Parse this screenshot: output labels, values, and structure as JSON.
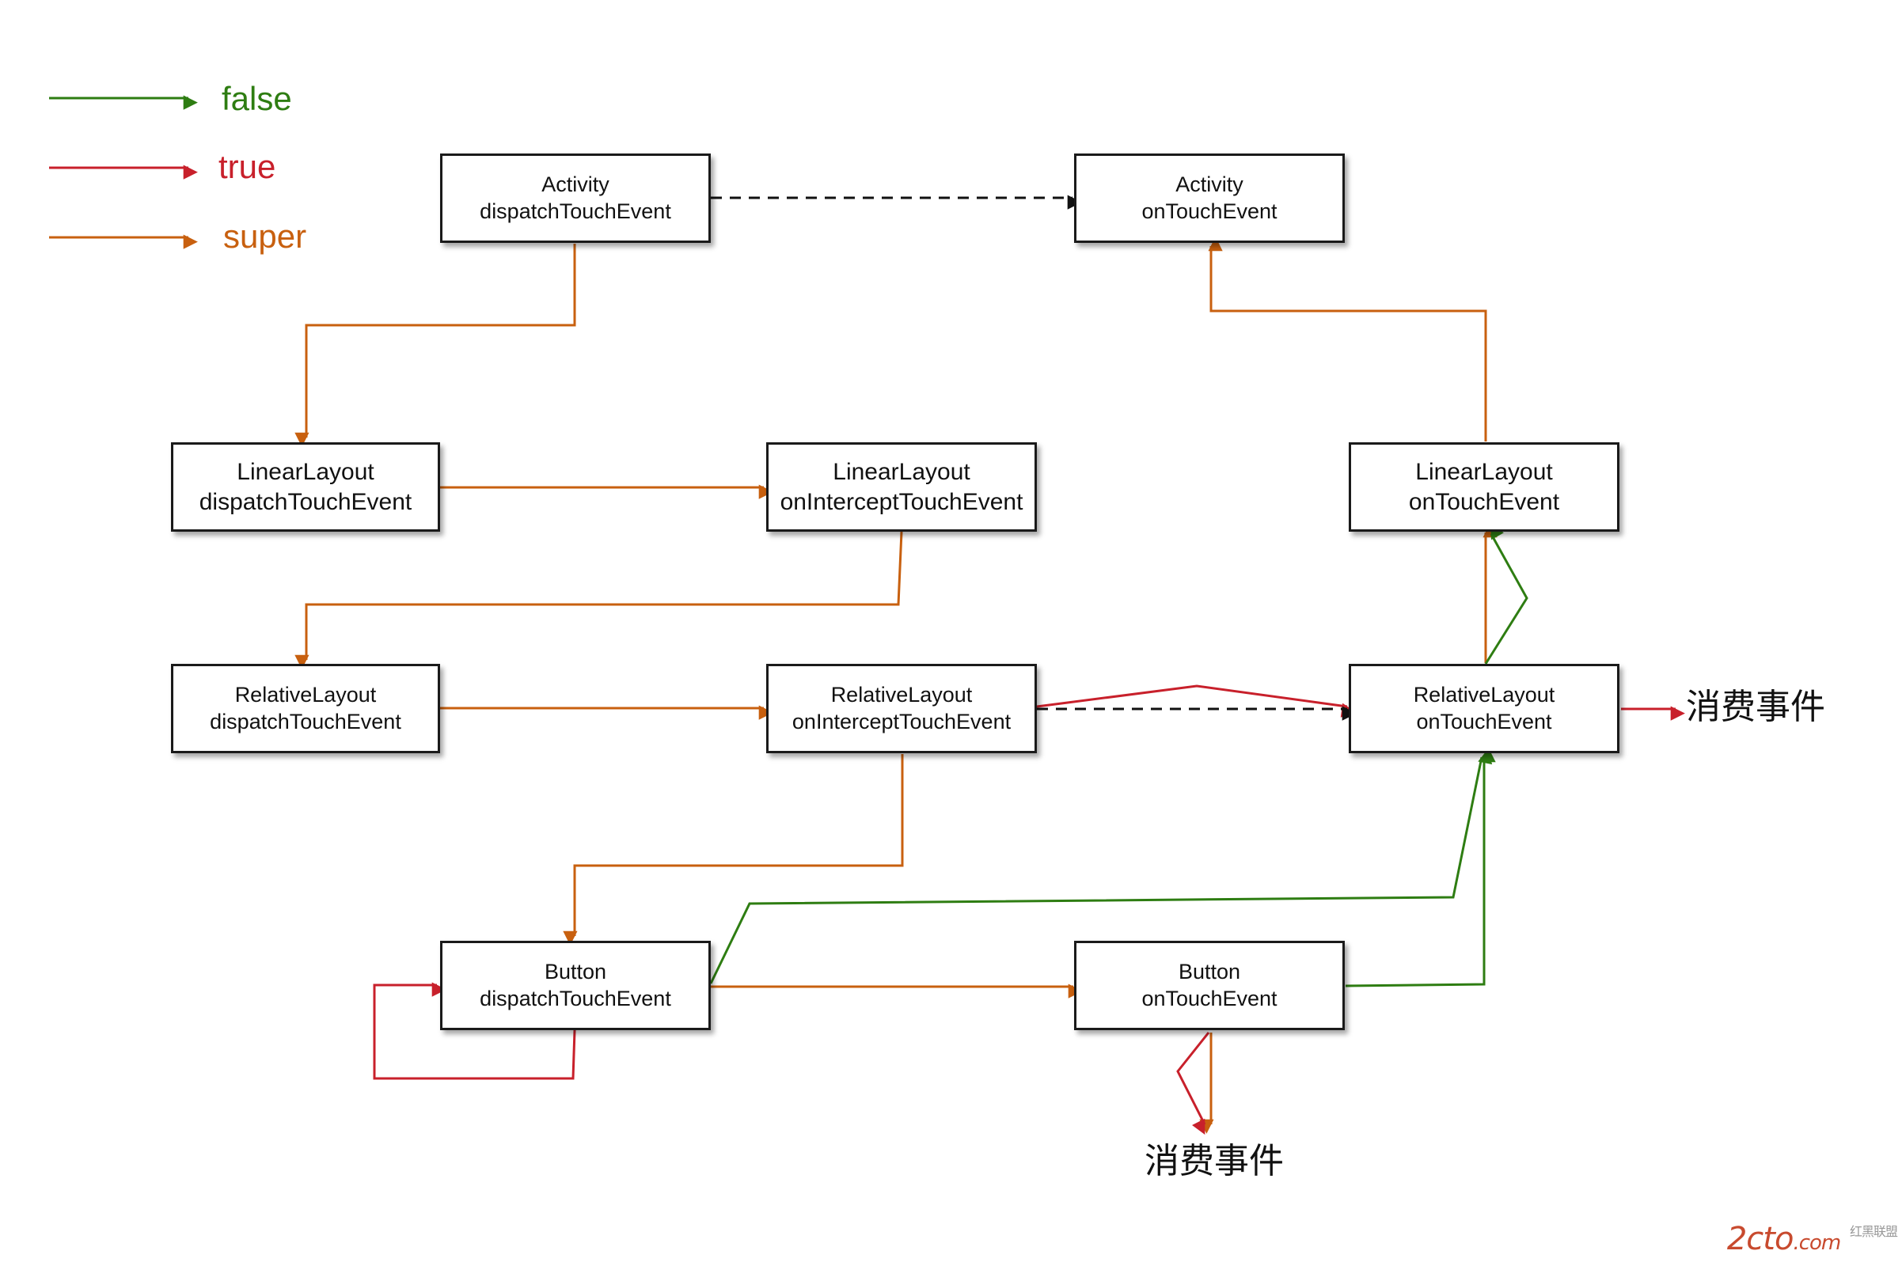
{
  "legend": {
    "false_label": "false",
    "true_label": "true",
    "super_label": "super"
  },
  "colors": {
    "false": "#2e7d12",
    "true": "#c8202b",
    "super": "#c8600f",
    "dashed": "#111111"
  },
  "nodes": {
    "activity_dispatch": {
      "line1": "Activity",
      "line2": "dispatchTouchEvent"
    },
    "activity_ontouch": {
      "line1": "Activity",
      "line2": "onTouchEvent"
    },
    "linear_dispatch": {
      "line1": "LinearLayout",
      "line2": "dispatchTouchEvent"
    },
    "linear_intercept": {
      "line1": "LinearLayout",
      "line2": "onInterceptTouchEvent"
    },
    "linear_ontouch": {
      "line1": "LinearLayout",
      "line2": "onTouchEvent"
    },
    "relative_dispatch": {
      "line1": "RelativeLayout",
      "line2": "dispatchTouchEvent"
    },
    "relative_intercept": {
      "line1": "RelativeLayout",
      "line2": "onInterceptTouchEvent"
    },
    "relative_ontouch": {
      "line1": "RelativeLayout",
      "line2": "onTouchEvent"
    },
    "button_dispatch": {
      "line1": "Button",
      "line2": "dispatchTouchEvent"
    },
    "button_ontouch": {
      "line1": "Button",
      "line2": "onTouchEvent"
    }
  },
  "consume_label_right": "消费事件",
  "consume_label_bottom": "消费事件",
  "watermark": {
    "main": "2cto",
    "suffix": ".com",
    "small": "红黑联盟"
  }
}
